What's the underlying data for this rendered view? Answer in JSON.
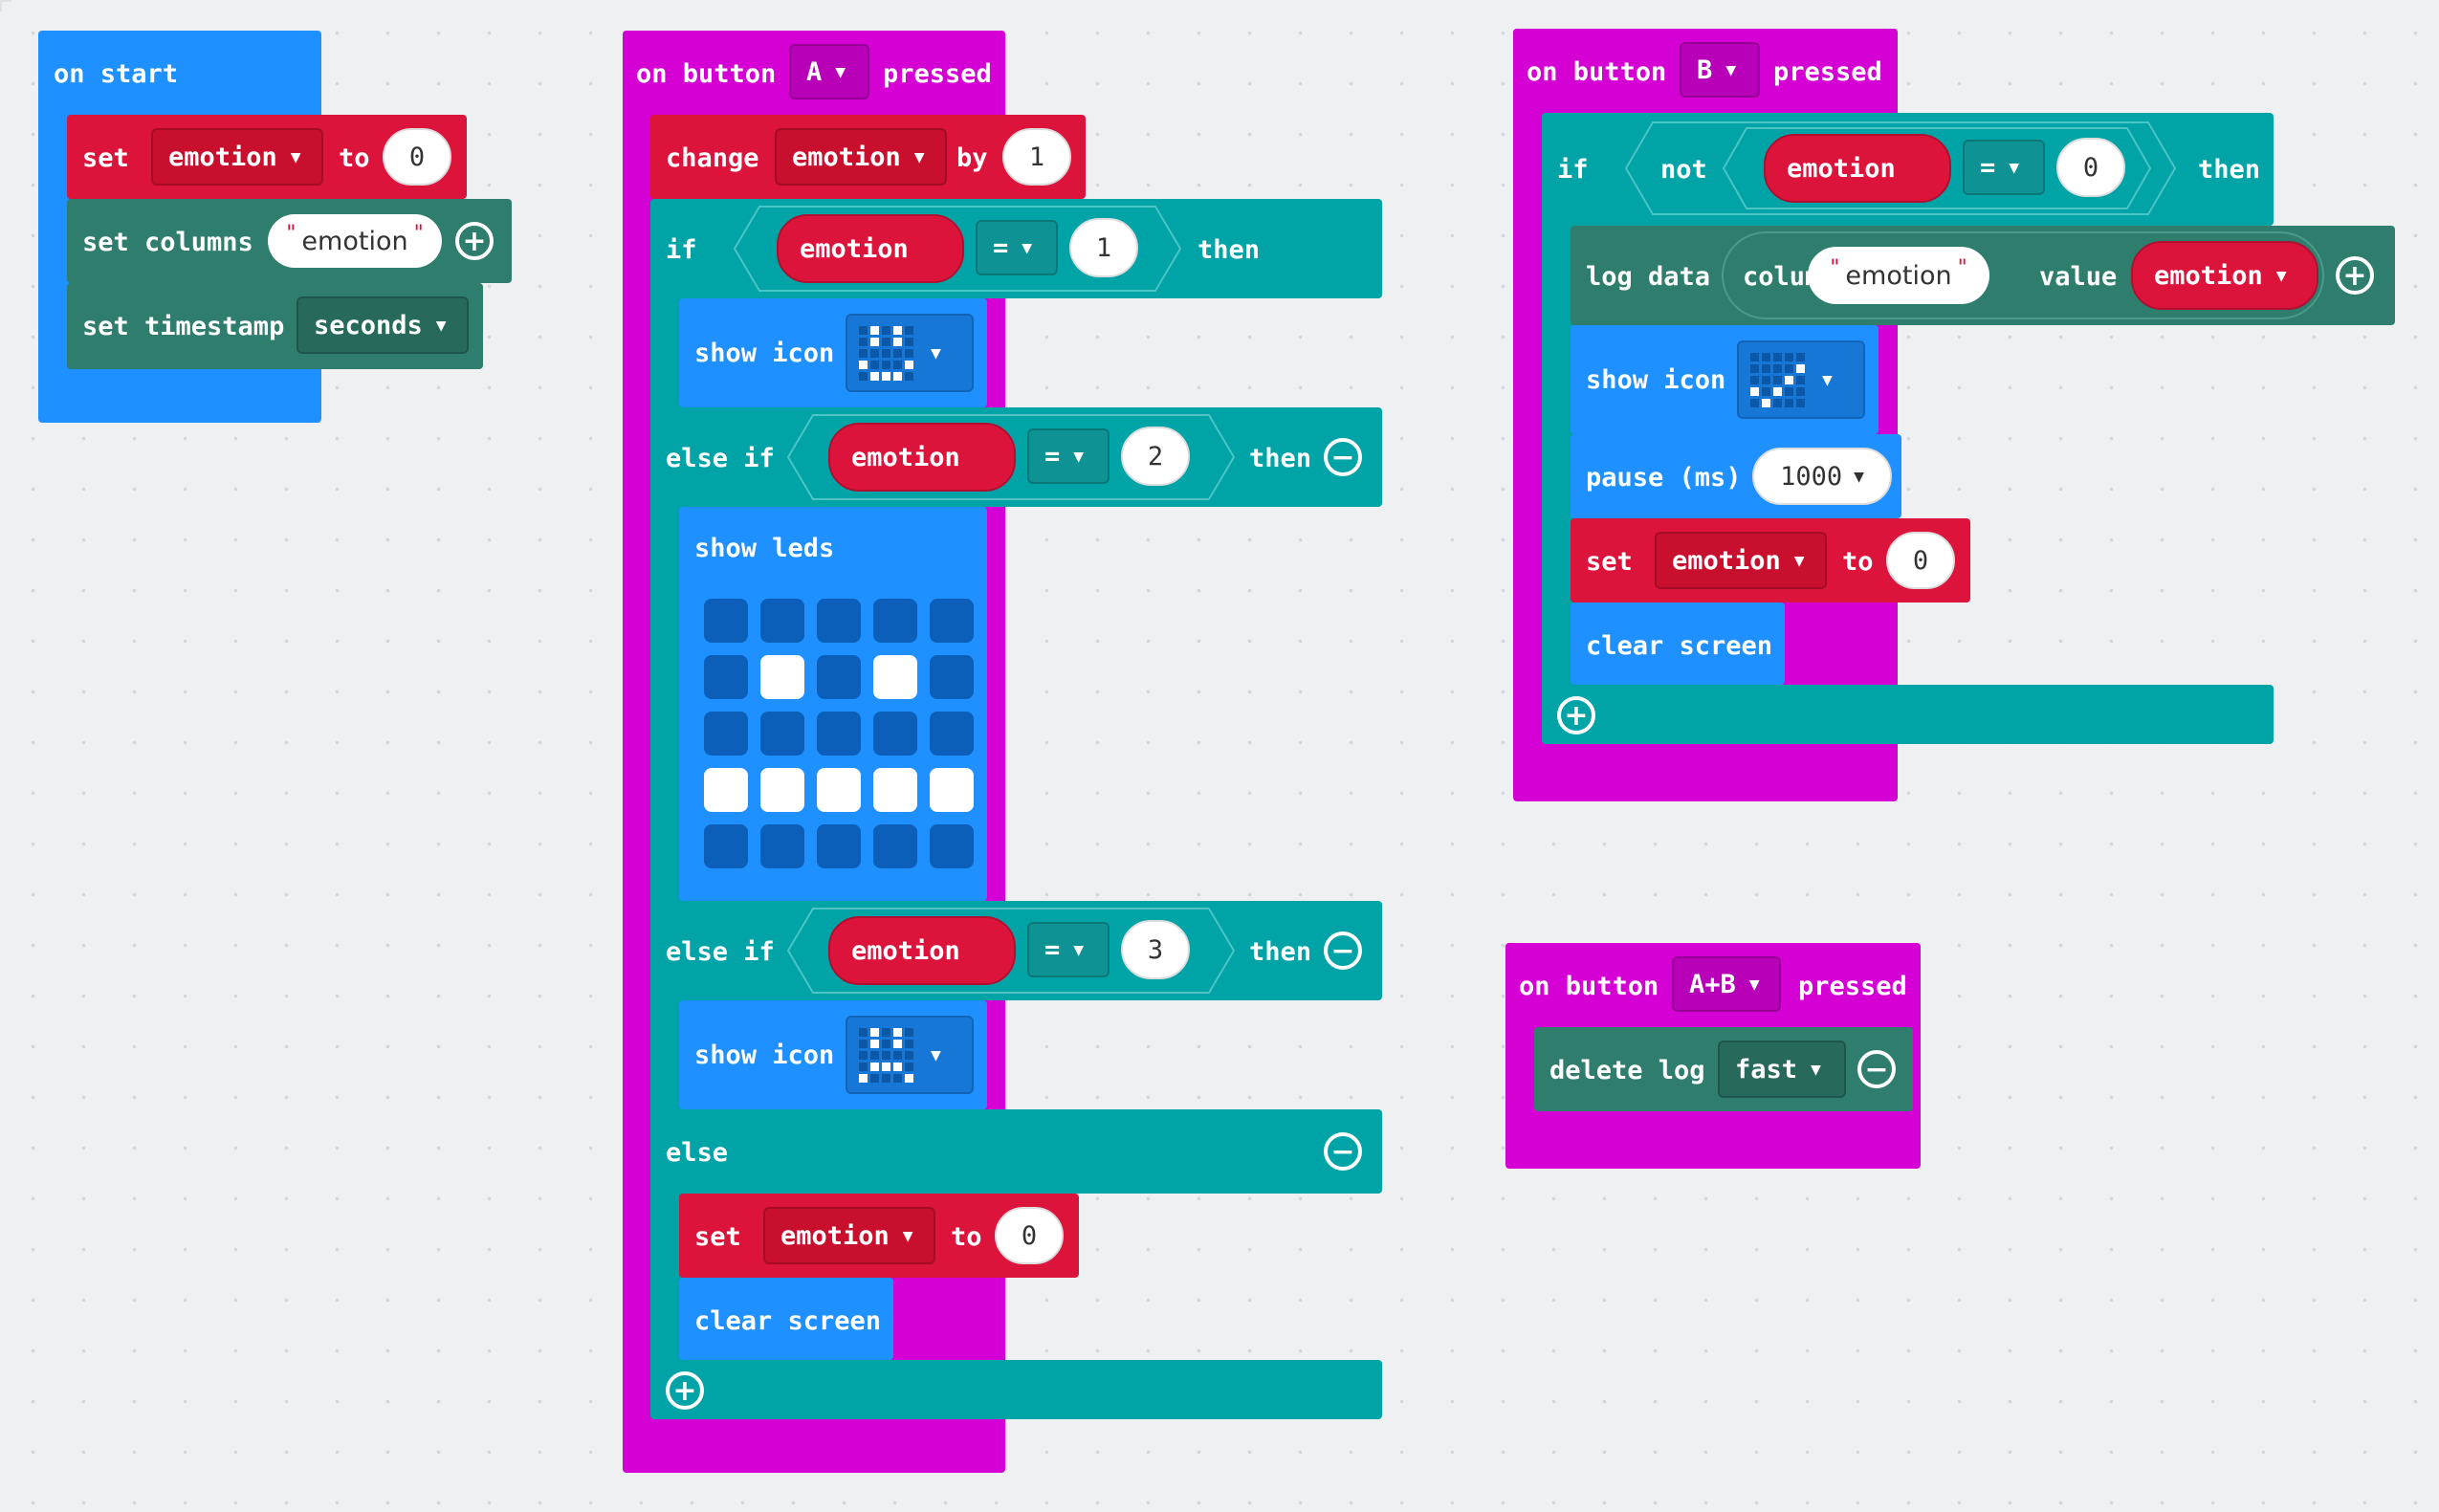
{
  "colors": {
    "events": "#1e90ff",
    "input": "#d400d4",
    "variables": "#dc143c",
    "datalogger": "#2f7d6d",
    "logic": "#00a4a6",
    "basic": "#1e90ff",
    "background": "#eef0f2"
  },
  "on_start": {
    "label": "on start",
    "set_label": "set",
    "var": "emotion",
    "to": "to",
    "value": "0",
    "columns_label": "set columns",
    "column_value": "emotion",
    "timestamp_label": "set timestamp",
    "timestamp_value": "seconds"
  },
  "button_a": {
    "on": "on button",
    "button": "A",
    "pressed": "pressed",
    "change": "change",
    "var": "emotion",
    "by": "by",
    "by_value": "1",
    "if": "if",
    "cond1_var": "emotion",
    "op": "=",
    "cond1_val": "1",
    "then": "then",
    "show_icon": "show icon",
    "else_if": "else if",
    "cond2_var": "emotion",
    "cond2_val": "2",
    "show_leds": "show leds",
    "leds": [
      0,
      0,
      0,
      0,
      0,
      0,
      1,
      0,
      1,
      0,
      0,
      0,
      0,
      0,
      0,
      1,
      1,
      1,
      1,
      1,
      0,
      0,
      0,
      0,
      0
    ],
    "cond3_var": "emotion",
    "cond3_val": "3",
    "else": "else",
    "set": "set",
    "set_var": "emotion",
    "to": "to",
    "set_val": "0",
    "clear_screen": "clear screen"
  },
  "button_b": {
    "on": "on button",
    "button": "B",
    "pressed": "pressed",
    "if": "if",
    "not": "not",
    "cond_var": "emotion",
    "op": "=",
    "cond_val": "0",
    "then": "then",
    "log_data": "log data",
    "column": "column",
    "column_value": "emotion",
    "value": "value",
    "value_var": "emotion",
    "show_icon": "show icon",
    "pause": "pause (ms)",
    "pause_val": "1000",
    "set": "set",
    "set_var": "emotion",
    "to": "to",
    "set_val": "0",
    "clear_screen": "clear screen"
  },
  "button_ab": {
    "on": "on button",
    "button": "A+B",
    "pressed": "pressed",
    "delete_log": "delete log",
    "mode": "fast"
  },
  "icons": {
    "caret": "▼",
    "plus": "+",
    "minus": "−"
  }
}
